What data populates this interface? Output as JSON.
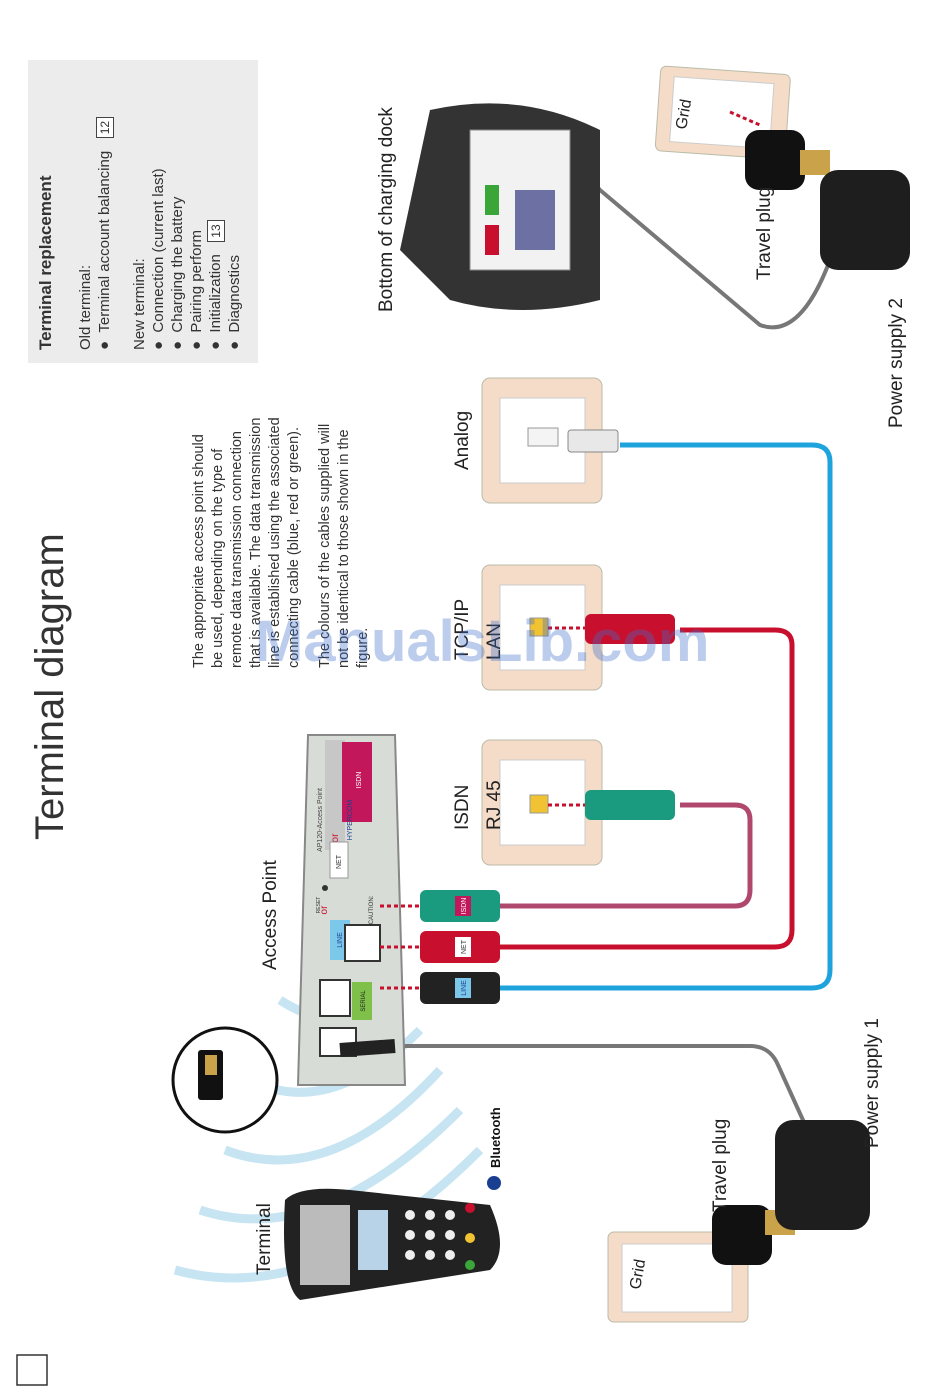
{
  "page_title": "Terminal diagram",
  "labels": {
    "access_point": "Access Point",
    "terminal": "Terminal",
    "bluetooth": "Bluetooth",
    "isdn": "ISDN",
    "rj45": "RJ 45",
    "tcpip": "TCP/IP",
    "lan": "LAN",
    "analog": "Analog",
    "bottom_dock": "Bottom of charging dock",
    "travel_plug_1": "Travel plug",
    "travel_plug_2": "Travel plug",
    "power_supply_1": "Power supply 1",
    "power_supply_2": "Power supply 2",
    "grid_1": "Grid",
    "grid_2": "Grid",
    "port_isdn": "ISDN",
    "port_net": "NET",
    "port_line": "LINE",
    "port_serial": "SERIAL",
    "cable_isdn": "ISDN",
    "cable_net": "NET",
    "cable_line": "LINE",
    "ap_model": "AP120-Access Point",
    "ap_or1": "or",
    "ap_or2": "or",
    "ap_reset": "RESET",
    "ap_caution": "CAUTION:",
    "ap_brand": "HYPERCOM"
  },
  "paragraph_1": [
    "The appropriate access point should",
    "be used, depending on the type of",
    "remote data transmission connection",
    "that is available. The data transmission",
    "line is established using the associated",
    "connecting cable (blue, red or green)."
  ],
  "paragraph_2": [
    "The colours of the cables supplied will",
    "not be identical to those shown in the",
    "figure."
  ],
  "sidebar": {
    "title": "Terminal replacement",
    "old_heading": "Old terminal:",
    "old_items": [
      {
        "text": "Terminal account balancing",
        "page": "12"
      }
    ],
    "new_heading": "New terminal:",
    "new_items": [
      "Connection (current last)",
      "Charging the battery",
      "Pairing perform",
      "Initialization",
      "Diagnostics"
    ],
    "new_page": "13"
  },
  "watermark": "ManualsLib.com",
  "colors": {
    "blue_cable": "#1fa3dc",
    "red_cable": "#c8102e",
    "green_cable": "#1a9a7e",
    "pink_cable": "#b0486e",
    "gray_cable": "#777777",
    "plate": "#f4dcc8"
  }
}
